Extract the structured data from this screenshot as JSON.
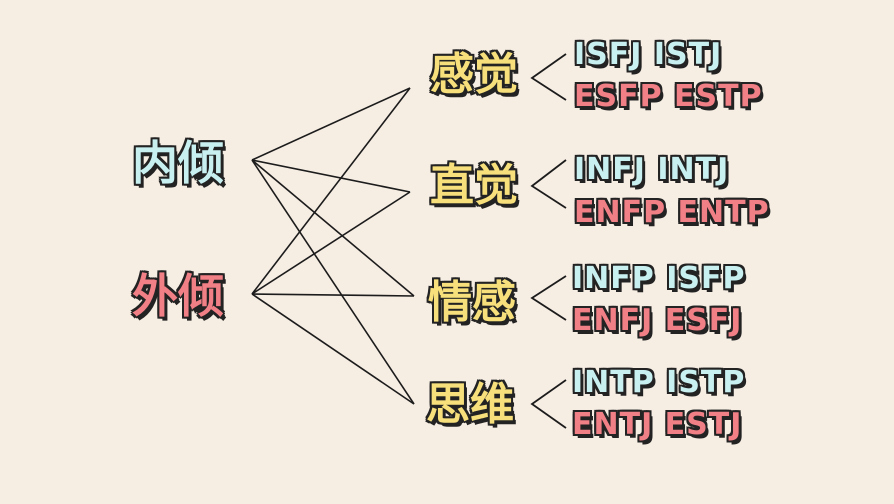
{
  "colors": {
    "introvert": "#c9f0f1",
    "extravert": "#f07f86",
    "function": "#f7e07c",
    "background": "#f6ede3"
  },
  "attitudes": [
    {
      "id": "introvert",
      "label": "内倾"
    },
    {
      "id": "extravert",
      "label": "外倾"
    }
  ],
  "functions": [
    {
      "id": "sensing",
      "label": "感觉",
      "introvert_types": "ISFJ ISTJ",
      "extravert_types": "ESFP ESTP"
    },
    {
      "id": "intuition",
      "label": "直觉",
      "introvert_types": "INFJ INTJ",
      "extravert_types": "ENFP ENTP"
    },
    {
      "id": "feeling",
      "label": "情感",
      "introvert_types": "INFP ISFP",
      "extravert_types": "ENFJ ESFJ"
    },
    {
      "id": "thinking",
      "label": "思维",
      "introvert_types": "INTP ISTP",
      "extravert_types": "ENTJ ESTJ"
    }
  ]
}
